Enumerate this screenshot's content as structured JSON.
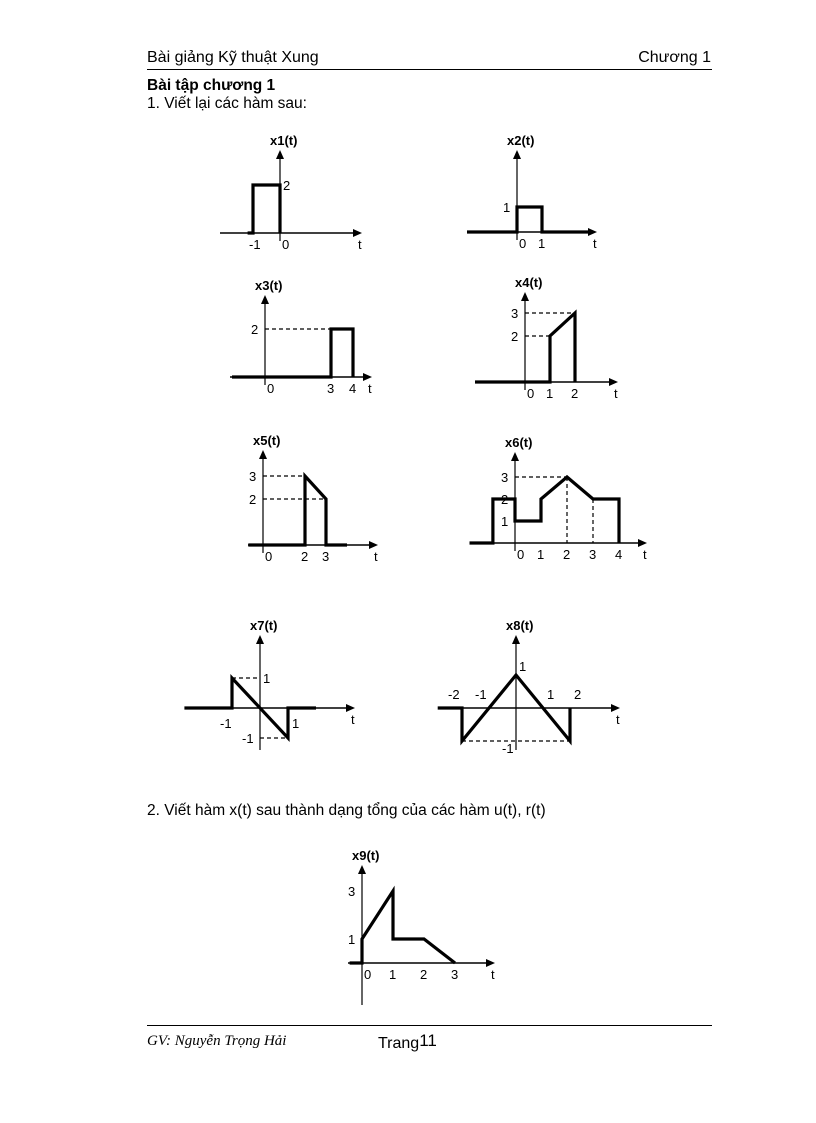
{
  "header": {
    "left": "Bài giảng Kỹ thuật Xung",
    "right": "Chương 1"
  },
  "section_title": "Bài tập chương 1",
  "question1": "1.  Viết lại các hàm sau:",
  "question2": "2.  Viết hàm x(t) sau thành dạng tổng của các hàm u(t), r(t)",
  "footer": {
    "author": "GV: Nguyễn Trọng Hải",
    "page_label": "Trang",
    "page_number": "11"
  },
  "plots": [
    {
      "title": "x1(t)",
      "points": [
        [
          -1.2,
          0
        ],
        [
          -1,
          0
        ],
        [
          -1,
          2
        ],
        [
          0,
          2
        ],
        [
          0,
          0
        ]
      ],
      "t_labels": [
        [
          "-1",
          -1
        ],
        [
          "0",
          0
        ]
      ],
      "x_labels": [
        [
          "2",
          2
        ]
      ],
      "guides": []
    },
    {
      "title": "x2(t)",
      "points": [
        [
          -2,
          0
        ],
        [
          0,
          0
        ],
        [
          0,
          1
        ],
        [
          1,
          1
        ],
        [
          1,
          0
        ],
        [
          3,
          0
        ]
      ],
      "t_labels": [
        [
          "0",
          0
        ],
        [
          "1",
          1
        ]
      ],
      "x_labels": [
        [
          "1",
          1
        ]
      ],
      "guides": []
    },
    {
      "title": "x3(t)",
      "points": [
        [
          -1.5,
          0
        ],
        [
          3,
          0
        ],
        [
          3,
          2
        ],
        [
          4,
          2
        ],
        [
          4,
          0
        ]
      ],
      "t_labels": [
        [
          "0",
          0
        ],
        [
          "3",
          3
        ],
        [
          "4",
          4
        ]
      ],
      "x_labels": [
        [
          "2",
          2
        ]
      ],
      "guides": [
        [
          [
            0,
            2
          ],
          [
            3,
            2
          ]
        ]
      ]
    },
    {
      "title": "x4(t)",
      "points": [
        [
          -2,
          0
        ],
        [
          1,
          0
        ],
        [
          1,
          2
        ],
        [
          2,
          3
        ],
        [
          2,
          0
        ]
      ],
      "t_labels": [
        [
          "0",
          0
        ],
        [
          "1",
          1
        ],
        [
          "2",
          2
        ]
      ],
      "x_labels": [
        [
          "2",
          2
        ],
        [
          "3",
          3
        ]
      ],
      "guides": [
        [
          [
            0,
            2
          ],
          [
            1,
            2
          ]
        ],
        [
          [
            0,
            3
          ],
          [
            2,
            3
          ]
        ]
      ]
    },
    {
      "title": "x5(t)",
      "points": [
        [
          -0.7,
          0
        ],
        [
          2,
          0
        ],
        [
          2,
          3
        ],
        [
          3,
          2
        ],
        [
          3,
          0
        ],
        [
          4,
          0
        ]
      ],
      "t_labels": [
        [
          "0",
          0
        ],
        [
          "2",
          2
        ],
        [
          "3",
          3
        ]
      ],
      "x_labels": [
        [
          "2",
          2
        ],
        [
          "3",
          3
        ]
      ],
      "guides": [
        [
          [
            0,
            3
          ],
          [
            2,
            3
          ]
        ],
        [
          [
            0,
            2
          ],
          [
            3,
            2
          ]
        ]
      ]
    },
    {
      "title": "x6(t)",
      "points": [
        [
          -1.75,
          0
        ],
        [
          -0.85,
          0
        ],
        [
          -0.85,
          2
        ],
        [
          0,
          2
        ],
        [
          0,
          1
        ],
        [
          1,
          1
        ],
        [
          1,
          2
        ],
        [
          2,
          3
        ],
        [
          3,
          2
        ],
        [
          4,
          2
        ],
        [
          4,
          0
        ]
      ],
      "t_labels": [
        [
          "0",
          0
        ],
        [
          "1",
          1
        ],
        [
          "2",
          2
        ],
        [
          "3",
          3
        ],
        [
          "4",
          4
        ]
      ],
      "x_labels": [
        [
          "1",
          1
        ],
        [
          "2",
          2
        ],
        [
          "3",
          3
        ]
      ],
      "guides": [
        [
          [
            0,
            3
          ],
          [
            2,
            3
          ]
        ],
        [
          [
            2,
            3
          ],
          [
            2,
            0
          ]
        ],
        [
          [
            3,
            2
          ],
          [
            3,
            0
          ]
        ]
      ]
    },
    {
      "title": "x7(t)",
      "points": [
        [
          -2.7,
          0
        ],
        [
          -1,
          0
        ],
        [
          -1,
          1
        ],
        [
          1,
          -1
        ],
        [
          1,
          0
        ],
        [
          2,
          0
        ]
      ],
      "t_labels": [
        [
          "-1",
          -1
        ],
        [
          "1",
          1
        ]
      ],
      "x_labels": [
        [
          "1",
          1
        ],
        [
          "-1",
          -1
        ]
      ],
      "guides": [
        [
          [
            -1,
            1
          ],
          [
            0,
            1
          ]
        ],
        [
          [
            0,
            -1
          ],
          [
            1,
            -1
          ]
        ]
      ]
    },
    {
      "title": "x8(t)",
      "points": [
        [
          -2.9,
          0
        ],
        [
          -2,
          0
        ],
        [
          -2,
          -1
        ],
        [
          0,
          1
        ],
        [
          2,
          -1
        ],
        [
          2,
          0
        ]
      ],
      "t_labels": [
        [
          "-2",
          -2
        ],
        [
          "-1",
          -1
        ],
        [
          "1",
          1
        ],
        [
          "2",
          2
        ]
      ],
      "x_labels": [
        [
          "1",
          1
        ],
        [
          "-1",
          -1
        ]
      ],
      "guides": [
        [
          [
            -2,
            -1
          ],
          [
            2,
            -1
          ]
        ]
      ]
    },
    {
      "title": "x9(t)",
      "points": [
        [
          -0.4,
          0
        ],
        [
          0,
          0
        ],
        [
          0,
          1
        ],
        [
          1,
          3
        ],
        [
          1,
          1
        ],
        [
          2,
          1
        ],
        [
          3,
          0
        ]
      ],
      "t_labels": [
        [
          "0",
          0
        ],
        [
          "1",
          1
        ],
        [
          "2",
          2
        ],
        [
          "3",
          3
        ]
      ],
      "x_labels": [
        [
          "1",
          1
        ],
        [
          "3",
          3
        ]
      ],
      "guides": []
    }
  ],
  "axis_label": "t"
}
